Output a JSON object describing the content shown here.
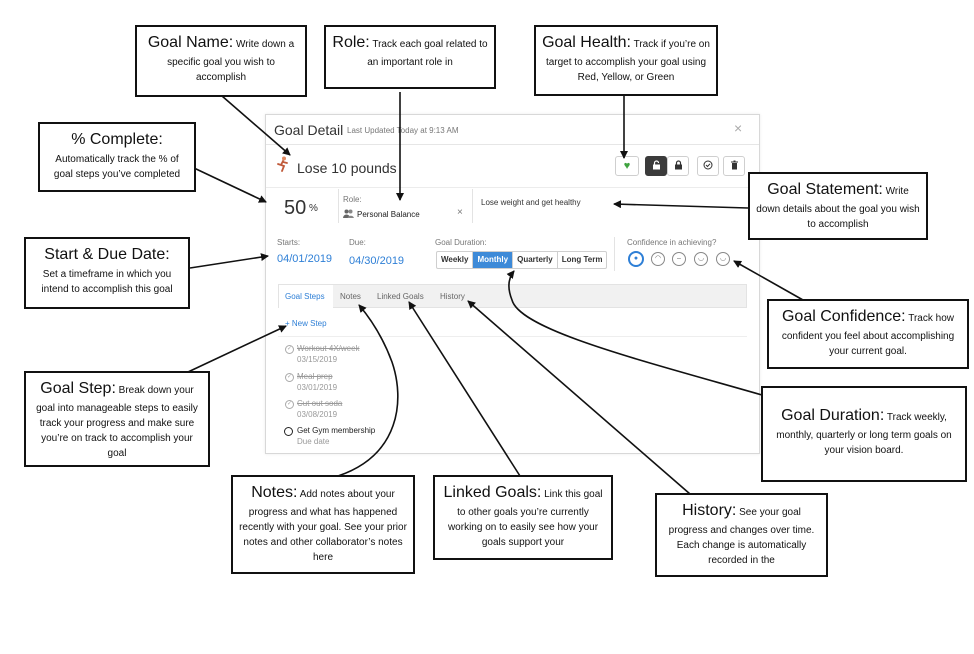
{
  "panel": {
    "title": "Goal Detail",
    "last_updated": "Last Updated Today at 9:13 AM",
    "close": "×",
    "goal_name": "Lose 10 pounds",
    "percent": "50",
    "percent_sign": "%",
    "role_label": "Role:",
    "role_value": "Personal Balance",
    "role_clear": "×",
    "statement": "Lose weight and get healthy",
    "starts_label": "Starts:",
    "starts_value": "04/01/2019",
    "due_label": "Due:",
    "due_value": "04/30/2019",
    "duration_label": "Goal Duration:",
    "durations": [
      "Weekly",
      "Monthly",
      "Quarterly",
      "Long Term"
    ],
    "confidence_label": "Confidence in achieving?",
    "tabs": [
      "Goal Steps",
      "Notes",
      "Linked Goals",
      "History"
    ],
    "new_step": "+ New Step",
    "steps": [
      {
        "text": "Workout 4X/week",
        "date": "03/15/2019"
      },
      {
        "text": "Meal prep",
        "date": "03/01/2019"
      },
      {
        "text": "Cut out soda",
        "date": "03/08/2019"
      },
      {
        "text": "Get Gym membership",
        "date": "Due date"
      }
    ],
    "icons": {
      "runner": "runner-icon",
      "health": "heart-icon",
      "unlock": "unlock-icon",
      "lock": "lock-icon",
      "complete": "check-circle-icon",
      "delete": "trash-icon",
      "role": "people-icon"
    },
    "colors": {
      "accent": "#2e7fd6",
      "health": "#3fa33f",
      "dark_button": "#3b3b3b"
    }
  },
  "callouts": {
    "goal_name": {
      "title": "Goal Name:",
      "text": "Write down a specific goal you wish to accomplish"
    },
    "role": {
      "title": "Role:",
      "text": "Track each goal related to an important role in"
    },
    "goal_health": {
      "title": "Goal Health:",
      "text": "Track if you’re on target to accomplish your goal using Red, Yellow, or Green"
    },
    "percent_complete": {
      "title": "% Complete:",
      "text": "Automatically track the % of goal steps you’ve completed"
    },
    "goal_statement": {
      "title": "Goal Statement:",
      "text": "Write down details about the goal you wish to accomplish"
    },
    "start_due": {
      "title": "Start & Due Date:",
      "text": "Set a timeframe in which you intend to accomplish this goal"
    },
    "goal_confidence": {
      "title": "Goal Confidence:",
      "text": "Track how confident you feel about accomplishing your current goal."
    },
    "goal_step": {
      "title": "Goal Step:",
      "text": "Break down your goal into manageable steps to easily track your progress and make sure you’re on track to accomplish your goal"
    },
    "goal_duration": {
      "title": "Goal Duration:",
      "text": "Track weekly, monthly, quarterly or long term goals on your vision board."
    },
    "notes": {
      "title": "Notes:",
      "text": "Add notes about your progress and what has happened recently with your goal. See your prior notes and other collaborator’s notes here"
    },
    "linked_goals": {
      "title": "Linked Goals:",
      "text": "Link this goal to other goals you’re currently working on to easily see how your goals support your"
    },
    "history": {
      "title": "History:",
      "text": "See your goal progress and changes over time. Each change is automatically recorded in the"
    }
  }
}
